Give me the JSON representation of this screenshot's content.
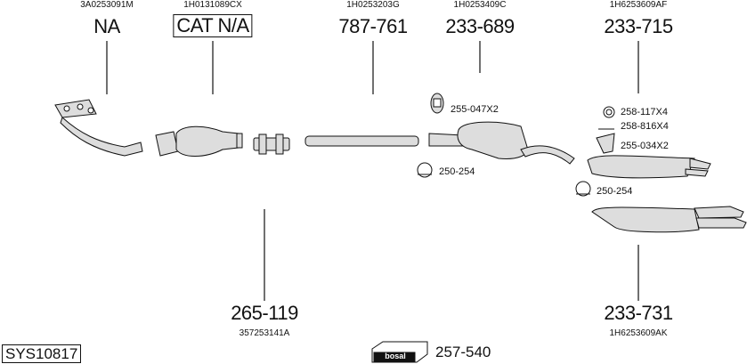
{
  "top_parts": [
    {
      "oe": "3A0253091M",
      "label": "NA"
    },
    {
      "oe": "1H0131089CX",
      "label": "CAT N/A"
    },
    {
      "oe": "1H0253203G",
      "label": "787-761"
    },
    {
      "oe": "1H0253409C",
      "label": "233-689"
    },
    {
      "oe": "1H6253609AF",
      "label": "233-715"
    }
  ],
  "bottom_parts": [
    {
      "oe": "357253141A",
      "label": "265-119"
    },
    {
      "oe": "1H6253609AK",
      "label": "233-731"
    }
  ],
  "accessories": {
    "a1": "255-047X2",
    "a2": "250-254",
    "a3": "258-117X4",
    "a4": "258-816X4",
    "a5": "255-034X2",
    "a6": "250-254"
  },
  "footer": {
    "system_id": "SYS10817",
    "brand": "bosal",
    "kit": "257-540"
  }
}
